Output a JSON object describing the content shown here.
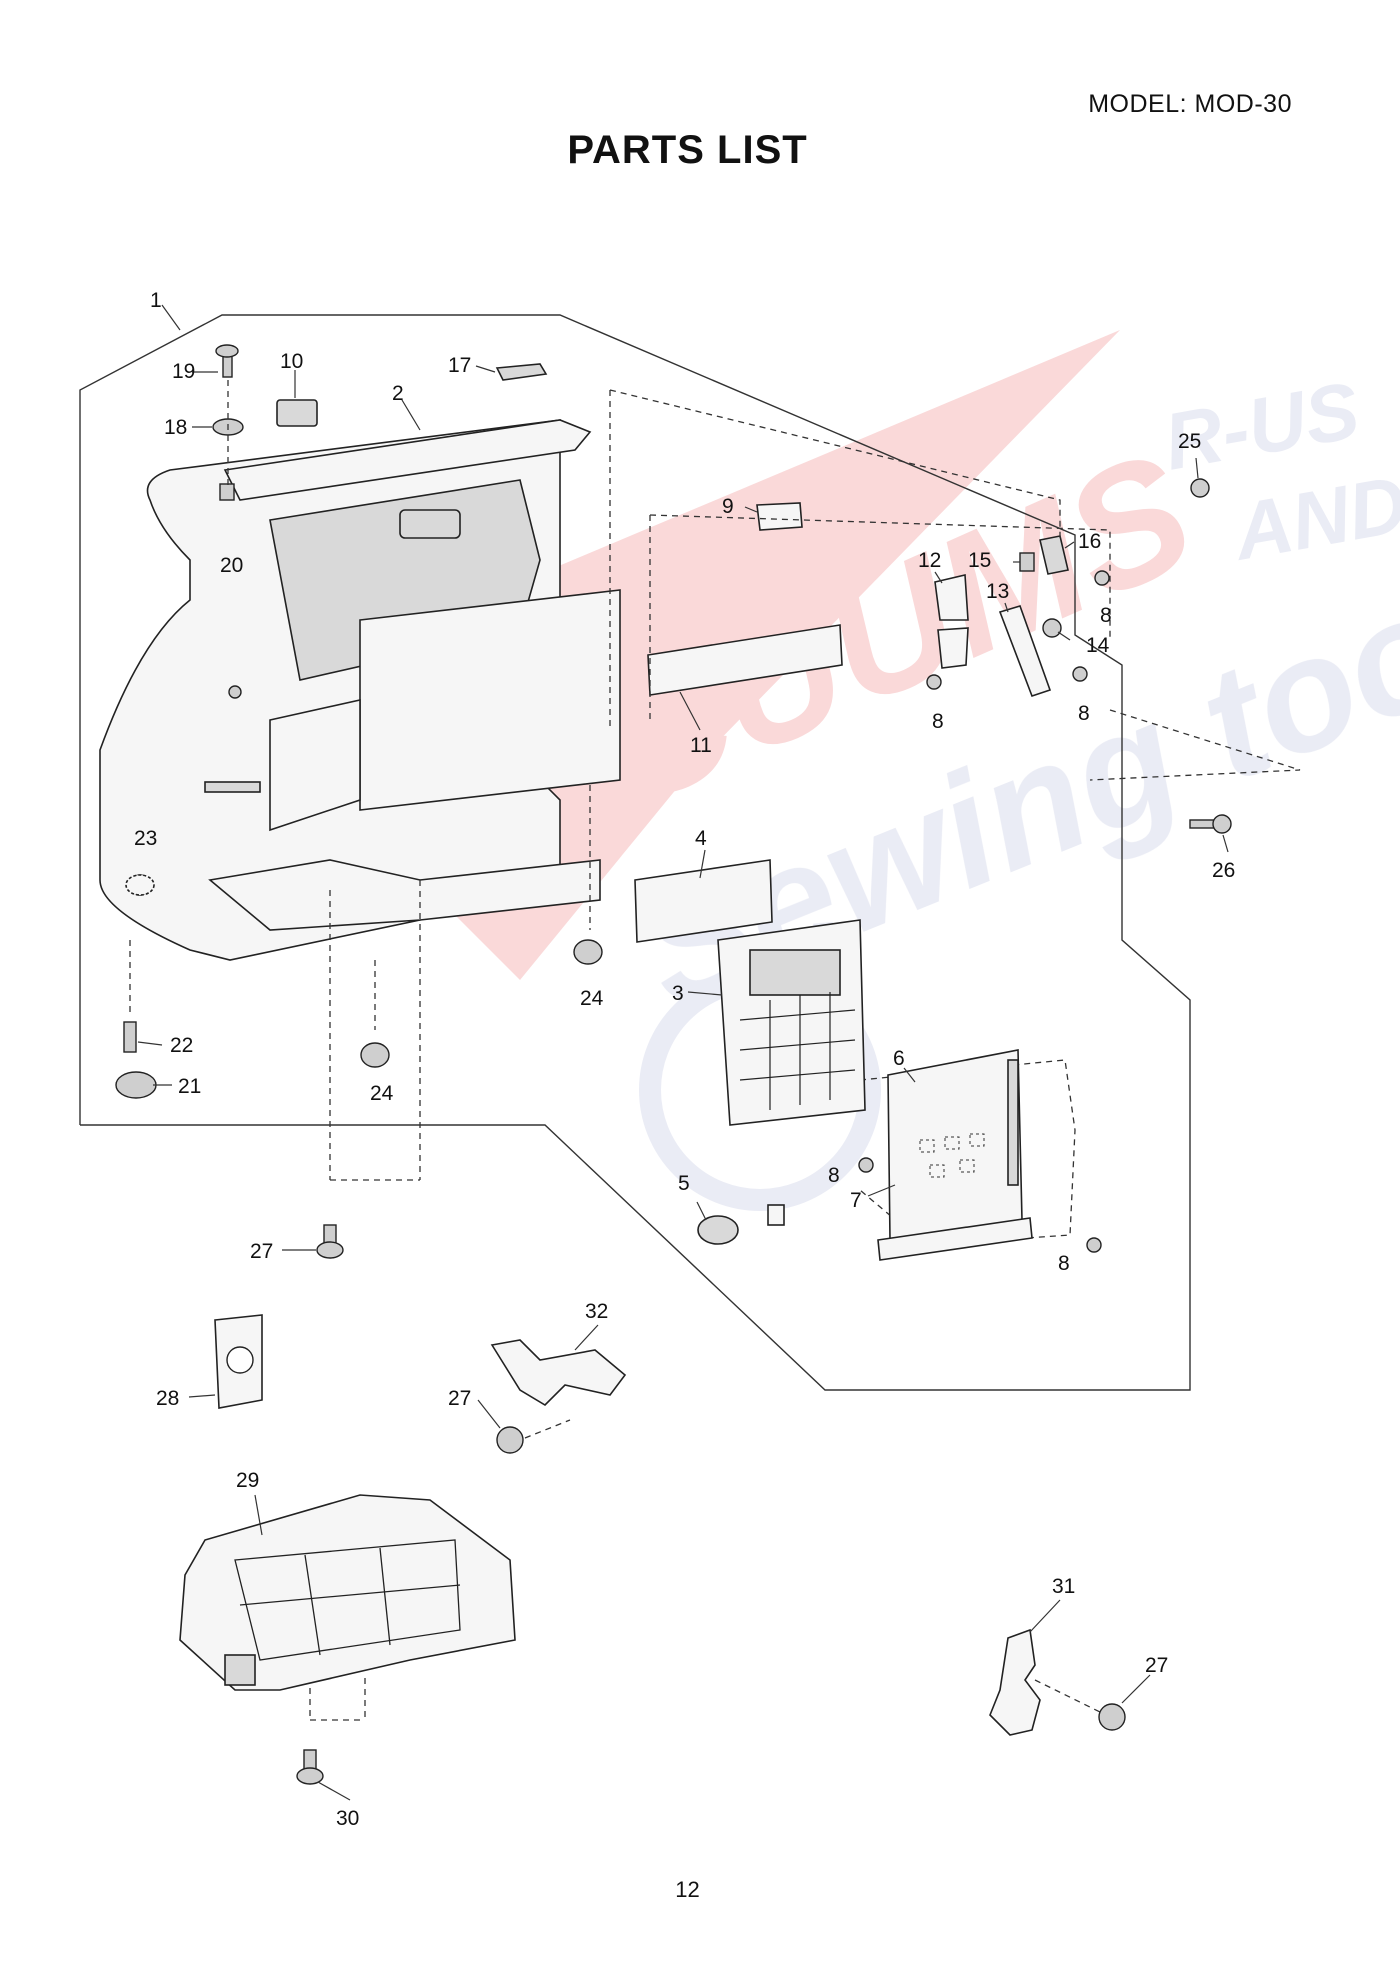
{
  "header": {
    "model": "MODEL: MOD-30",
    "title": "PARTS LIST"
  },
  "watermark": {
    "line1": "VACUUMS",
    "line2": "R-US",
    "line3": "AND",
    "line4": "Sewing too",
    "color": "#e02a2a",
    "color2": "#8a93c4"
  },
  "footer": {
    "page_number": "12"
  },
  "callouts": {
    "c1": "1",
    "c2": "2",
    "c3": "3",
    "c4": "4",
    "c5": "5",
    "c6": "6",
    "c7": "7",
    "c8a": "8",
    "c8b": "8",
    "c8c": "8",
    "c8d": "8",
    "c8e": "8",
    "c9": "9",
    "c10": "10",
    "c11": "11",
    "c12": "12",
    "c13": "13",
    "c14": "14",
    "c15": "15",
    "c16": "16",
    "c17": "17",
    "c18": "18",
    "c19": "19",
    "c20": "20",
    "c21": "21",
    "c22": "22",
    "c23": "23",
    "c24a": "24",
    "c24b": "24",
    "c25": "25",
    "c26": "26",
    "c27a": "27",
    "c27b": "27",
    "c27c": "27",
    "c28": "28",
    "c29": "29",
    "c30": "30",
    "c31": "31",
    "c32": "32"
  }
}
